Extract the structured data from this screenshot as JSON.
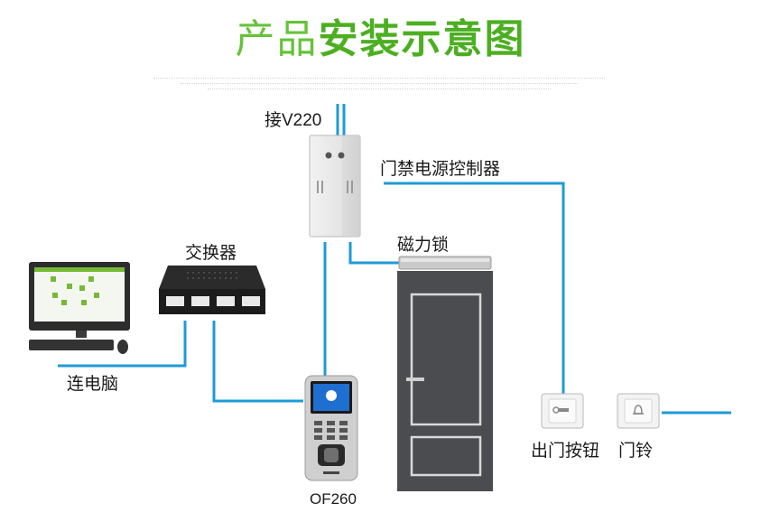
{
  "title": {
    "light": "产品",
    "bold": "安装示意图"
  },
  "labels": {
    "power_in": "接V220",
    "controller": "门禁电源控制器",
    "switch": "交换器",
    "maglock": "磁力锁",
    "computer": "连电脑",
    "terminal": "OF260",
    "exit_button": "出门按钮",
    "doorbell": "门铃"
  },
  "colors": {
    "wire": "#1f9ad6",
    "title_green": "#4caf21",
    "door": "#4a4c50"
  }
}
